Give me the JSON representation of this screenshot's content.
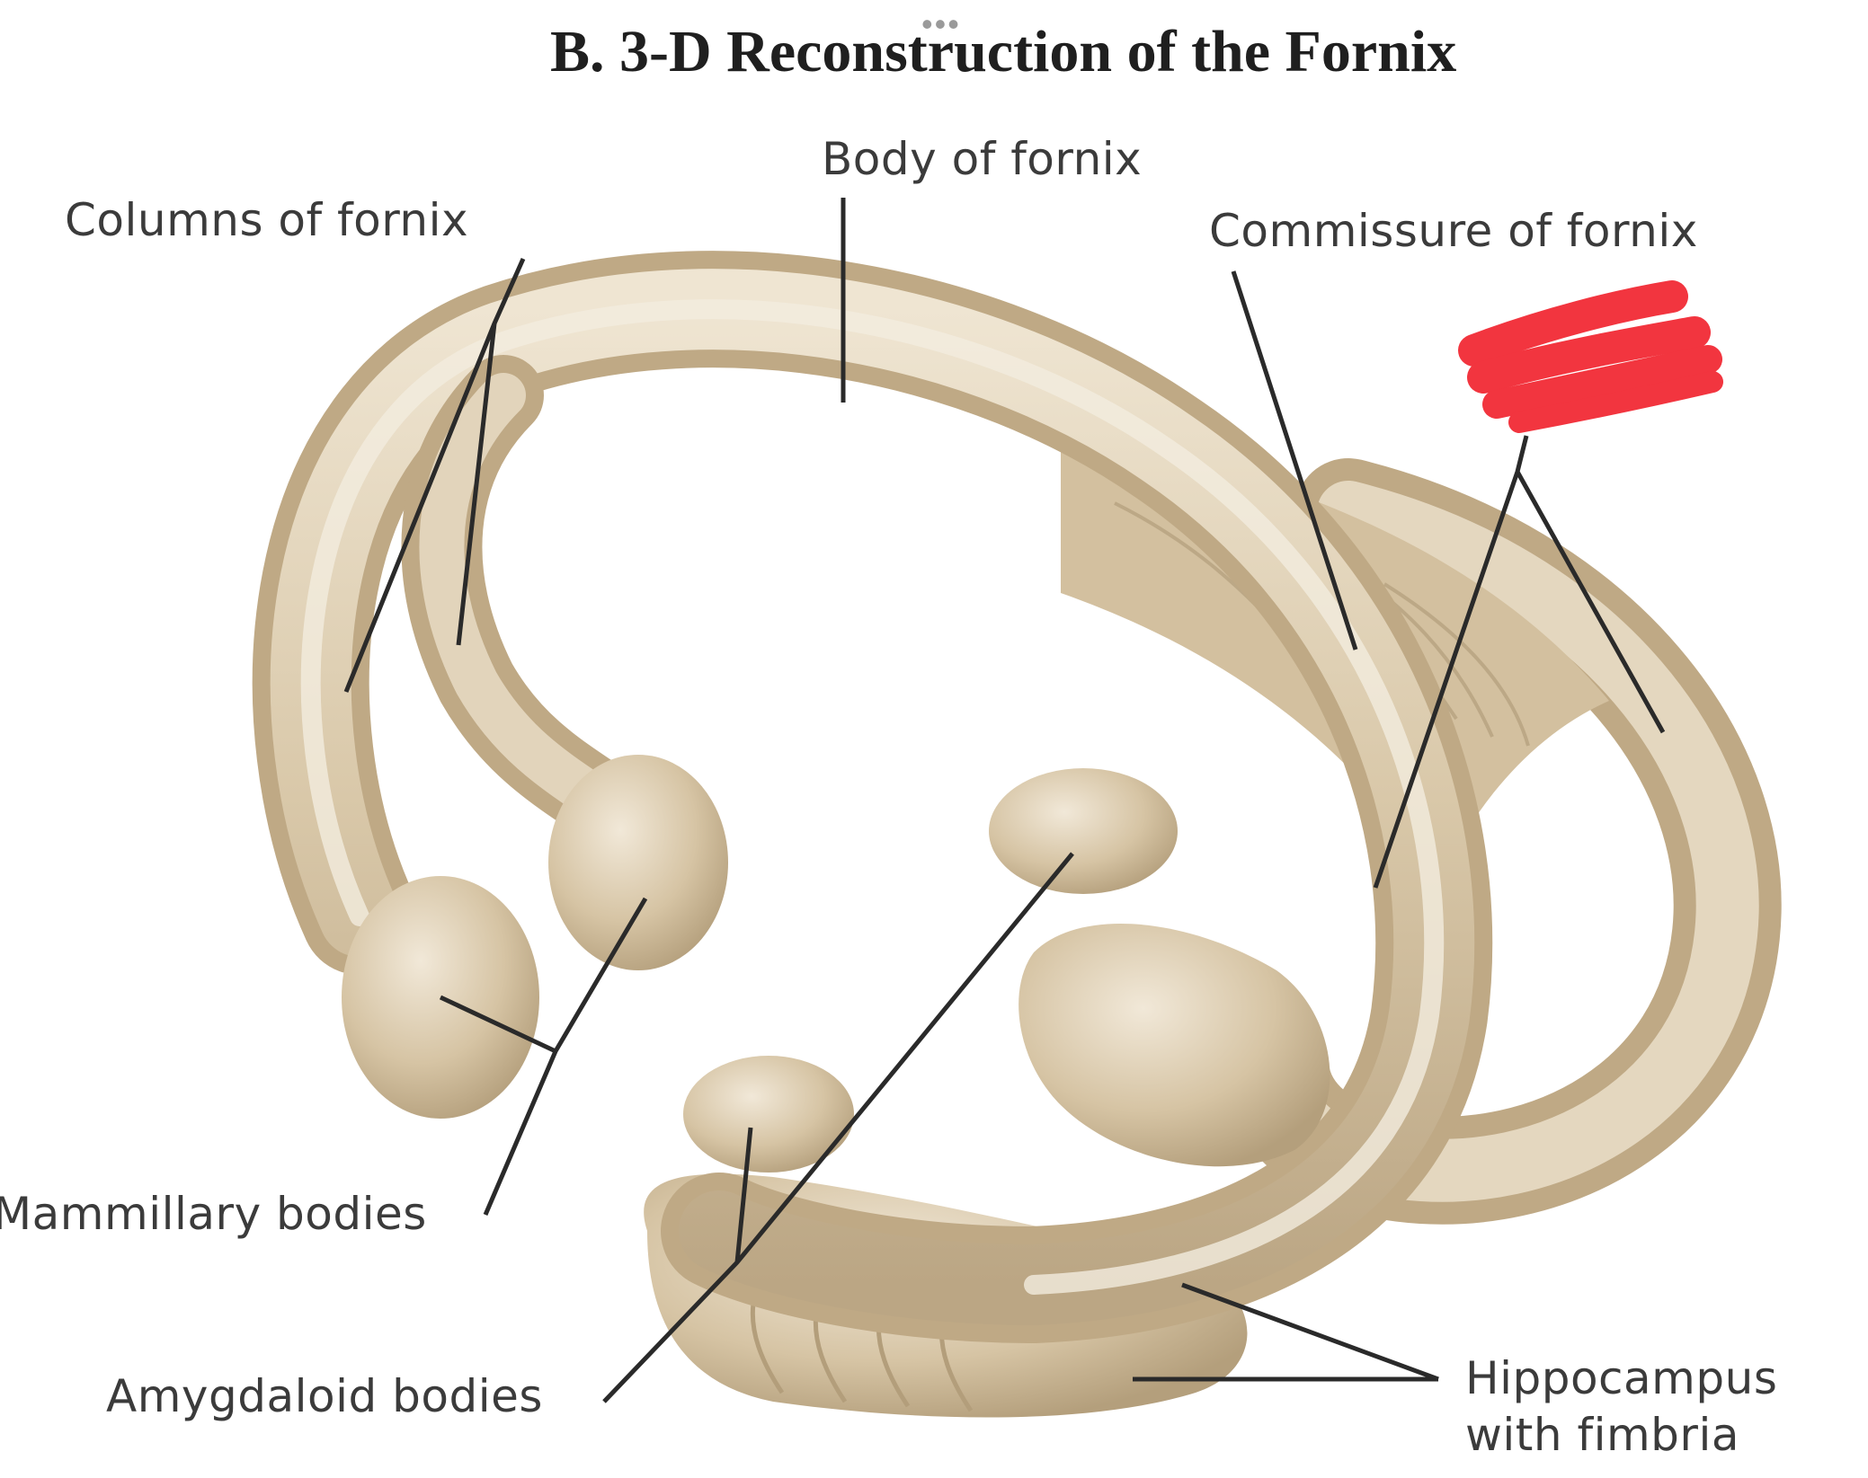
{
  "title": "B. 3-D Reconstruction of the Fornix",
  "labels": {
    "columns": "Columns of fornix",
    "body": "Body of fornix",
    "commissure": "Commissure of fornix",
    "mammillary": "Mammillary bodies",
    "amygdaloid": "Amygdaloid bodies",
    "hippocampus_line1": "Hippocampus",
    "hippocampus_line2": "with fimbria"
  },
  "redaction_color": "#f2353f",
  "structure_color": "#d8c7a8",
  "leader_line_color": "#2a2a2a"
}
